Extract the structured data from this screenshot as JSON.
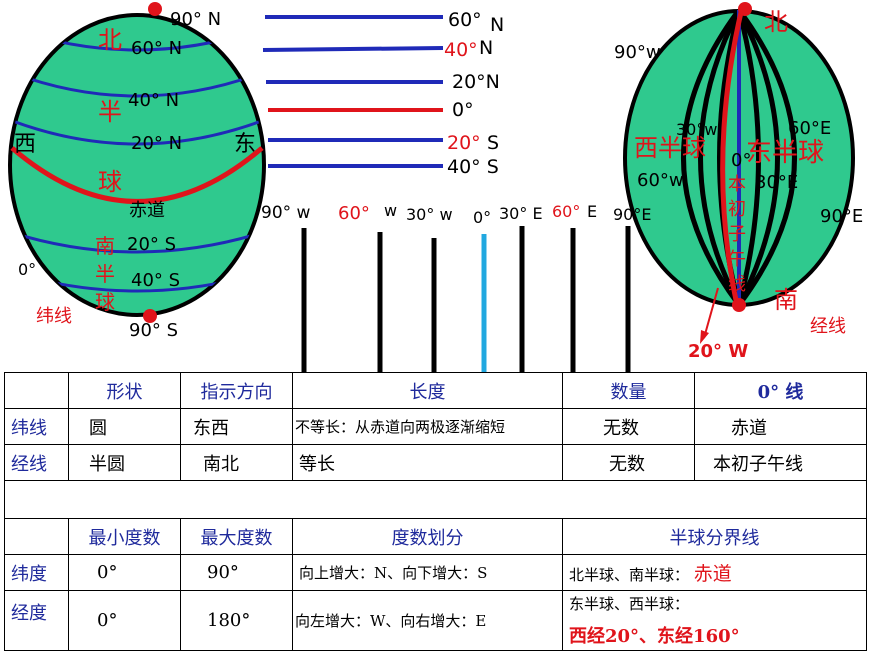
{
  "left_globe": {
    "lat_labels": [
      "90° N",
      "60° N",
      "40° N",
      "20° N",
      "赤道",
      "20° S",
      "40° S",
      "90° S",
      "0°"
    ],
    "north": "北",
    "half1": "半",
    "ball": "球",
    "south": "南",
    "half2": "半",
    "ball2": "球",
    "west": "西",
    "east": "东",
    "caption": "纬线"
  },
  "lat_lines": {
    "labels": [
      "60°",
      "N",
      "40°",
      "N",
      "20°N",
      "0°",
      "20°",
      "S",
      "40° S"
    ]
  },
  "meridian_bars": {
    "labels": [
      "90° w",
      "60°",
      "w",
      "30° w",
      "0°",
      "30° E",
      "60°",
      "E",
      "90°E"
    ]
  },
  "right_globe": {
    "north": "北",
    "south": "南",
    "west_hemi": "西半球",
    "east_hemi": "东半球",
    "labels": [
      "90°w",
      "30°w",
      "60°E",
      "0°",
      "60°w",
      "30°E",
      "90°E"
    ],
    "prime": [
      "本",
      "初",
      "子",
      "午",
      "线"
    ],
    "pointer": "20° W",
    "caption": "经线"
  },
  "table": {
    "h1": [
      "",
      "形状",
      "指示方向",
      "长度",
      "数量",
      "0° 线"
    ],
    "r1": [
      "纬线",
      "圆",
      "东西",
      "不等长：从赤道向两极逐渐缩短",
      "无数",
      "赤道"
    ],
    "r2": [
      "经线",
      "半圆",
      "南北",
      "等长",
      "无数",
      "本初子午线"
    ],
    "h2": [
      "",
      "最小度数",
      "最大度数",
      "度数划分",
      "半球分界线"
    ],
    "r3": [
      "纬度",
      "0°",
      "90°",
      "向上增大：N、向下增大：S",
      "北半球、南半球：",
      "赤道"
    ],
    "r4": [
      "经度",
      "0°",
      "180°",
      "向左增大：W、向右增大：E",
      "东半球、西半球：",
      "西经20°、东经160°"
    ]
  },
  "colors": {
    "globe": "#2fc98e",
    "blue": "#1f2ab8",
    "red": "#e0141b",
    "cyan": "#21a8e0"
  }
}
